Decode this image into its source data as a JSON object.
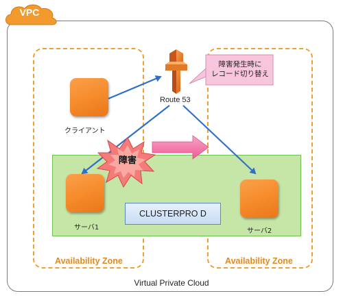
{
  "vpc_badge": "VPC",
  "vpc_caption": "Virtual Private Cloud",
  "availability_zones": [
    {
      "label": "Availability Zone"
    },
    {
      "label": "Availability Zone"
    }
  ],
  "nodes": {
    "client": "クライアント",
    "route53": "Route 53",
    "server1": "サーバ1",
    "server2": "サーバ2"
  },
  "callout": {
    "line1": "障害発生時に",
    "line2": "レコード切り替え"
  },
  "failure_label": "障害",
  "cluster_label": "CLUSTERPRO D",
  "colors": {
    "az_border": "#f0a030",
    "subnet_fill": "#c6e6a8",
    "arrow": "#2f6fcc",
    "failover_arrow": "#f06aa0",
    "instance": "#f58a2a",
    "callout_fill": "#f7c6dc"
  },
  "icons": [
    "cloud-icon",
    "route53-icon",
    "instance-icon",
    "explosion-icon",
    "failover-arrow-icon"
  ]
}
